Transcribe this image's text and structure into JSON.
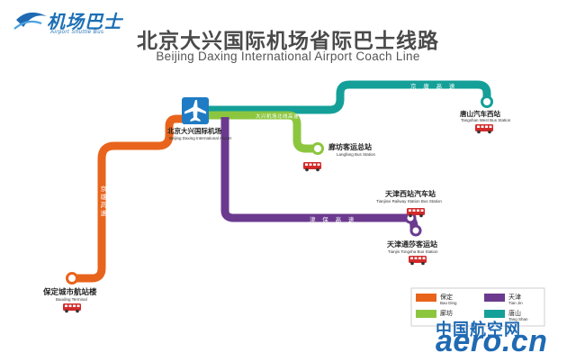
{
  "logo": {
    "name_cn": "机场巴士",
    "name_en": "Airport Shuttle Bus"
  },
  "title": {
    "cn": "北京大兴国际机场省际巴士线路",
    "en": "Beijing Daxing International Airport Coach Line"
  },
  "airport": {
    "icon": "airplane-icon",
    "name_cn": "北京大兴国际机场",
    "name_en": "Beijing Daxing International Airport"
  },
  "stations": {
    "tangshan": {
      "cn": "唐山汽车西站",
      "en": "Tangshan West Bus Station"
    },
    "langfang": {
      "cn": "廊坊客运总站",
      "en": "Langfang Bus Station"
    },
    "tianjin_west": {
      "cn": "天津西站汽车站",
      "en": "Tianjinxi Railway Station Bus Station"
    },
    "tianjin_tongsha": {
      "cn": "天津通莎客运站",
      "en": "Tianjin Tongsha Bus Station"
    },
    "baoding": {
      "cn": "保定城市航站楼",
      "en": "Baoding Terminal"
    }
  },
  "roads": {
    "jingtang": "京 唐 高 速",
    "daxing_airport_north": "大兴机场北线高速",
    "jinbao": "津 保 高 速",
    "jingxiong": "京雄高速"
  },
  "legend": {
    "items": [
      {
        "cn": "保定",
        "en": "Bao Ding",
        "color": "#e8641c"
      },
      {
        "cn": "天津",
        "en": "Tian Jin",
        "color": "#6b3a8f"
      },
      {
        "cn": "廊坊",
        "en": "",
        "color": "#8cc63f"
      },
      {
        "cn": "唐山",
        "en": "Tang Shan",
        "color": "#14a098"
      }
    ]
  },
  "watermark": {
    "cn": "中国航空网",
    "site": "aero.cn"
  },
  "colors": {
    "baoding": "#e8641c",
    "tianjin": "#6b3a8f",
    "langfang": "#8cc63f",
    "tangshan": "#14a098",
    "bus": "#d42a2a",
    "airport_badge": "#1f7cc4",
    "brand": "#1f6ab3"
  }
}
